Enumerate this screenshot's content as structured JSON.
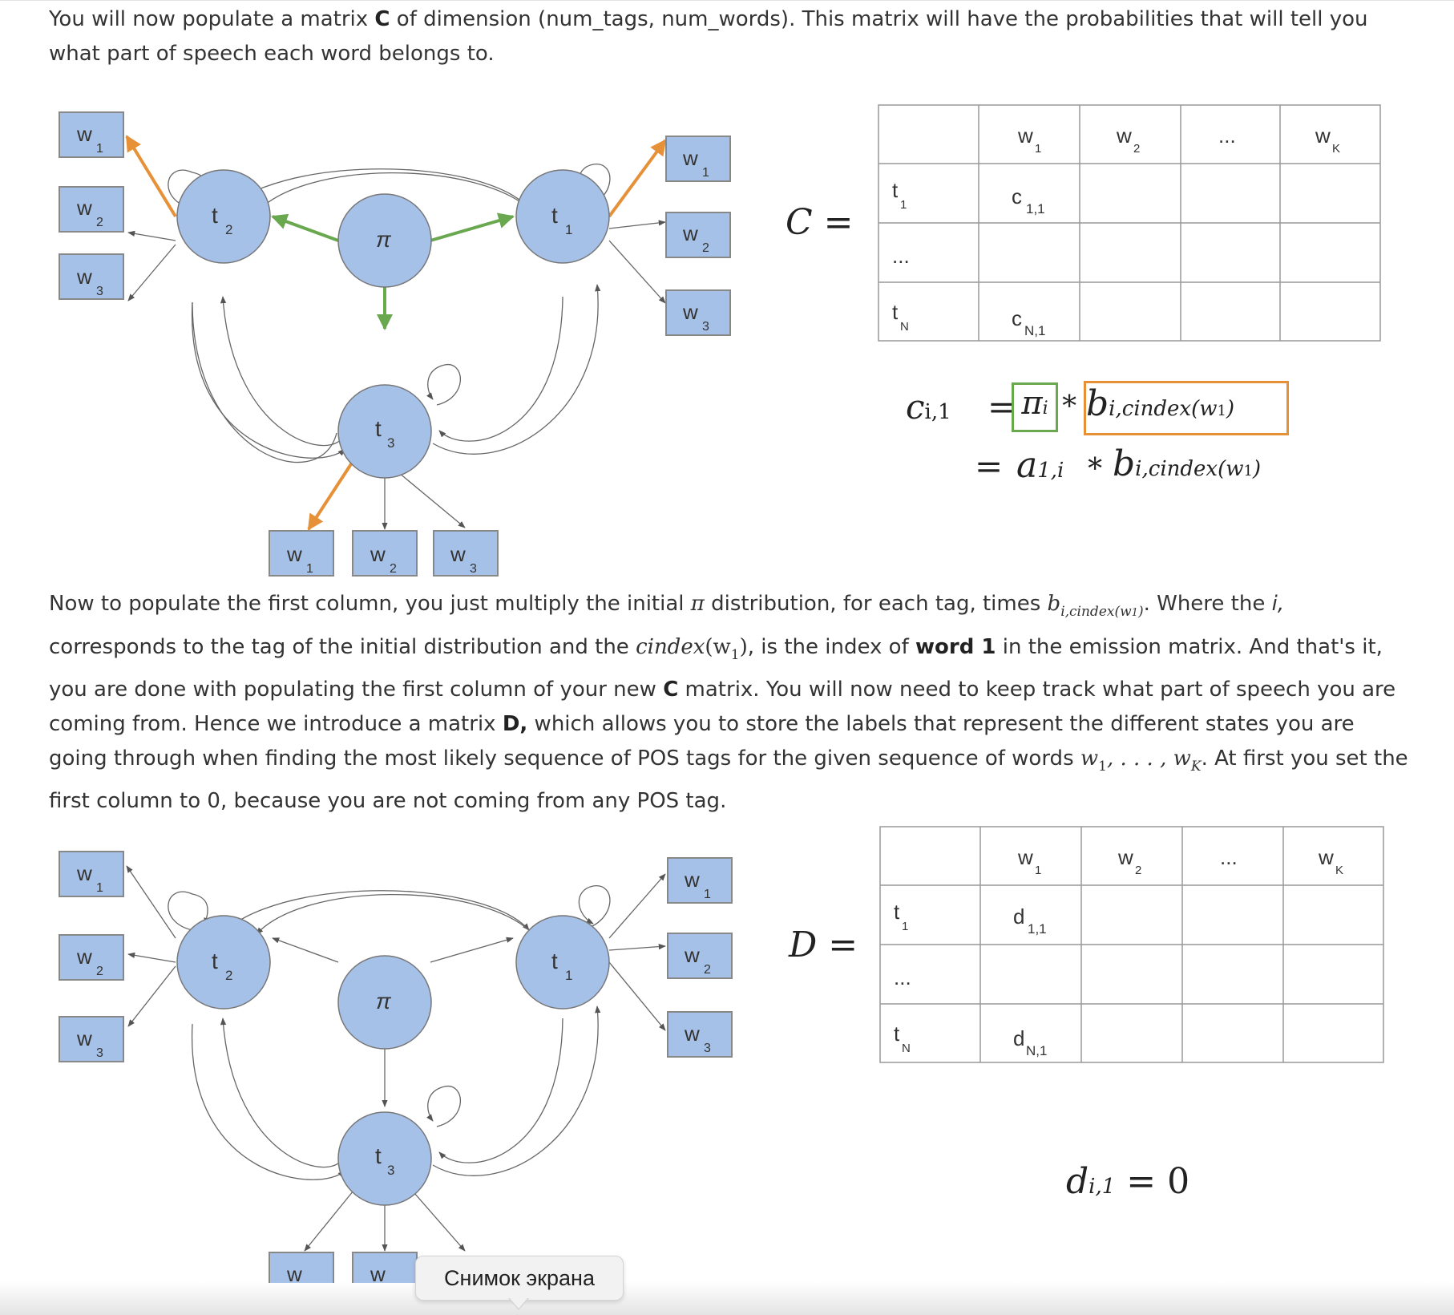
{
  "intro": {
    "p1": "You will now populate a matrix ",
    "p1_bold": "C",
    "p1_rest": " of dimension (num_tags, num_words). This matrix will have the probabilities that will tell you what part of speech each word belongs to."
  },
  "diagram": {
    "pi_label": "π",
    "tags": [
      "t",
      "t",
      "t"
    ],
    "tag_subs": [
      "2",
      "1",
      "3"
    ],
    "left_words": [
      "w",
      "w",
      "w"
    ],
    "left_subs": [
      "1",
      "2",
      "3"
    ],
    "right_words": [
      "w",
      "w",
      "w"
    ],
    "right_subs": [
      "1",
      "2",
      "3"
    ],
    "bottom_words": [
      "w",
      "w",
      "w"
    ],
    "bottom_subs": [
      "1",
      "2",
      "3"
    ],
    "colors": {
      "node_fill": "#a6c1e8",
      "node_stroke": "#7a7a7a",
      "green": "#6aa84f",
      "orange": "#e69138",
      "box_stroke": "#888888"
    }
  },
  "matrix_c": {
    "label": "C =",
    "col_headers": [
      "w",
      "w",
      "...",
      "w"
    ],
    "col_subs": [
      "1",
      "2",
      "",
      "K"
    ],
    "row_headers": [
      "t",
      "...",
      "t"
    ],
    "row_subs": [
      "1",
      "",
      "N"
    ],
    "cells": {
      "first": "c",
      "first_sub": "1,1",
      "last": "c",
      "last_sub": "N,1"
    }
  },
  "formula_c": {
    "line1_lhs": "c",
    "line1_lhs_sub": "i,1",
    "eq": "=",
    "pi": "π",
    "pi_sub": "i",
    "times": "∗",
    "b": "b",
    "b_sub": "i,cindex(w",
    "b_sub2": "1",
    "b_close": ")",
    "line2_a": "a",
    "line2_a_sub": "1,i",
    "colors": {
      "green_box": "#6aa84f",
      "orange_box": "#e69138"
    }
  },
  "para2": {
    "t1": "Now to populate the first column, you just multiply the initial ",
    "t1_pi": "π",
    "t2": " distribution, for each tag, times ",
    "t2_b": "b",
    "t2_bsub": "i,cindex(w",
    "t2_bsub2": "1",
    "t2_bclose": ")",
    "t3": ". Where the ",
    "t3_i": "i,",
    "t4": " corresponds to the tag of the initial distribution and the ",
    "t4_m": "cindex",
    "t4_m2": "(w",
    "t4_m3": "1",
    "t4_m4": ")",
    "t5": ", is the index of ",
    "t5_bold": "word 1",
    "t6": " in the emission matrix. And that's it, you are done with populating the first column of your new ",
    "t6_bold": "C",
    "t7": " matrix.  You will now need to keep track what part of speech you are coming from. Hence we introduce a matrix ",
    "t7_bold": "D,",
    "t8": " which allows you to store the labels that represent the different states you are going through when finding the most likely sequence of POS tags for the given sequence of words ",
    "t8_m": "w",
    "t8_m1": "1",
    "t8_m2": ", . . . , w",
    "t8_m3": "K",
    "t9": ". At first you set the first column to 0, because you are not coming from any POS tag."
  },
  "matrix_d": {
    "label": "D =",
    "col_headers": [
      "w",
      "w",
      "...",
      "w"
    ],
    "col_subs": [
      "1",
      "2",
      "",
      "K"
    ],
    "row_headers": [
      "t",
      "...",
      "t"
    ],
    "row_subs": [
      "1",
      "",
      "N"
    ],
    "cells": {
      "first": "d",
      "first_sub": "1,1",
      "last": "d",
      "last_sub": "N,1"
    }
  },
  "formula_d": {
    "d": "d",
    "d_sub": "i,1",
    "rest": "= 0"
  },
  "tooltip": {
    "text": "Снимок экрана"
  }
}
